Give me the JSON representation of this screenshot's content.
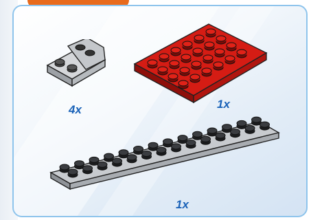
{
  "items": [
    {
      "quantity": "4x",
      "color": "#c9cbce",
      "part": "slope-brick-inverted-2x2"
    },
    {
      "quantity": "1x",
      "color": "#cc1a12",
      "part": "plate-4x6"
    },
    {
      "quantity": "1x",
      "color": "#b8bcc2",
      "part": "plate-2x14"
    }
  ],
  "colors": {
    "panel_border": "#8ec4ec",
    "quantity_text": "#1a62b8",
    "tab": "#e86a1c"
  }
}
